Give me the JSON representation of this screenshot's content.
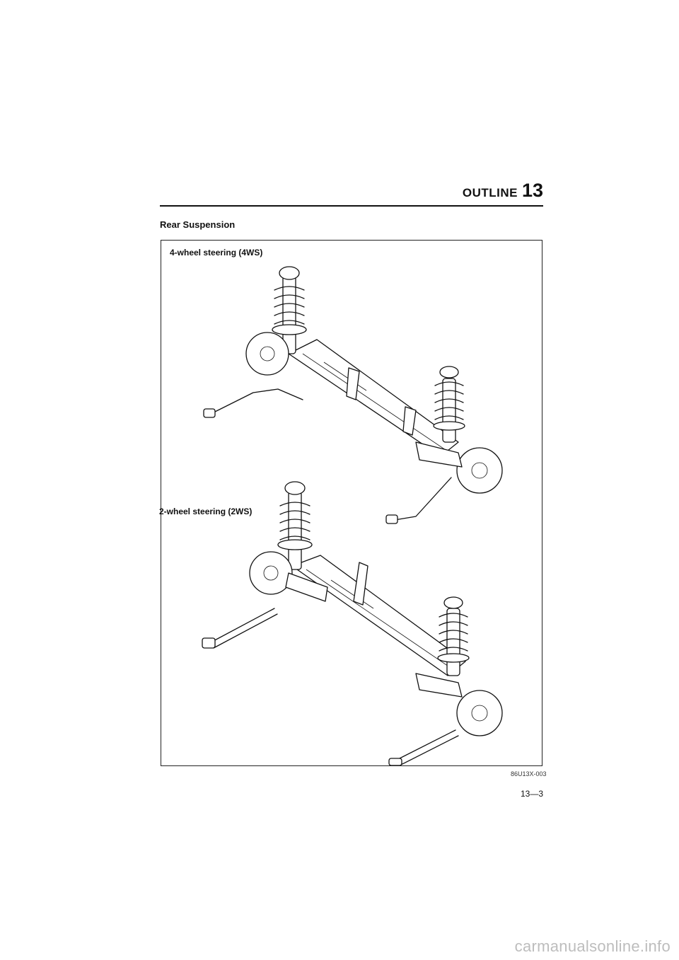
{
  "header": {
    "word": "OUTLINE",
    "number": "13"
  },
  "section_title": "Rear Suspension",
  "figure": {
    "label_4ws": "4-wheel steering (4WS)",
    "label_2ws": "2-wheel steering (2WS)",
    "code": "86U13X-003"
  },
  "page_number": "13—3",
  "watermark": "carmanualsonline.info"
}
